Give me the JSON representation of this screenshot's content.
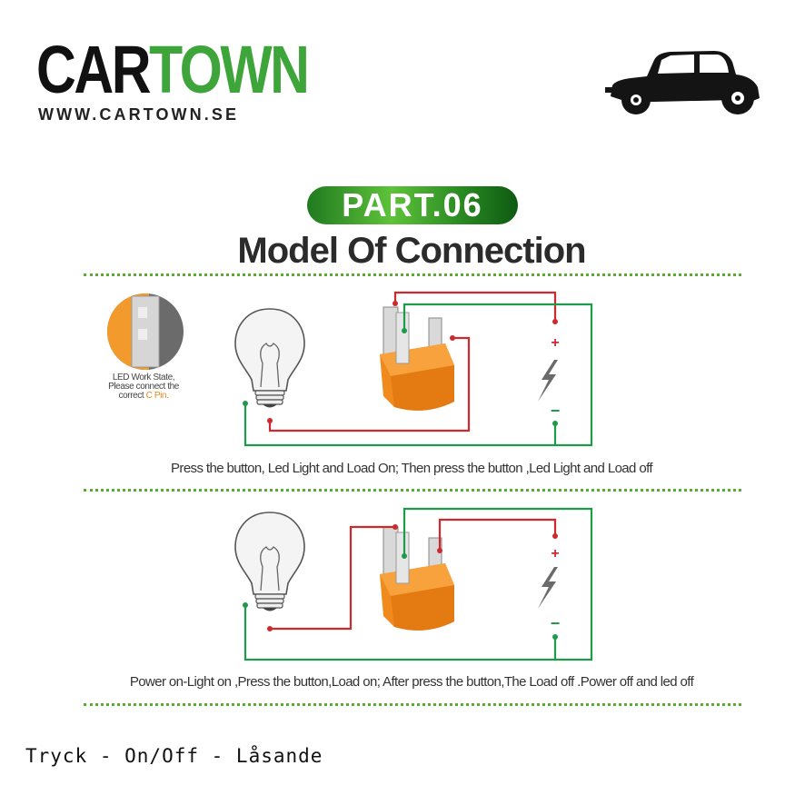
{
  "brand": {
    "logo_part1": "CAR",
    "logo_part2": "TOWN",
    "url": "WWW.CARTOWN.SE",
    "colors": {
      "dark": "#111111",
      "green": "#3ea53a"
    }
  },
  "header": {
    "badge": "PART.06",
    "title": "Model Of Connection"
  },
  "diagram_1": {
    "led_note": {
      "line1": "LED Work State,",
      "line2": "Please connect the",
      "line3_prefix": "correct ",
      "line3_highlight": "C Pin."
    },
    "plus": "+",
    "minus": "−",
    "caption": "Press the button,  Led Light and Load On;  Then press the button ,Led Light and Load off"
  },
  "diagram_2": {
    "plus": "+",
    "minus": "−",
    "caption": "Power on-Light on ,Press the button,Load on;  After press the button,The Load off .Power off and led off"
  },
  "footer": {
    "text": "Tryck - On/Off - Låsande"
  },
  "colors": {
    "wire_red": "#cc2a2e",
    "wire_green": "#1e9a4a",
    "switch_orange": "#f08a1c",
    "divider_green": "#5aac2e"
  }
}
